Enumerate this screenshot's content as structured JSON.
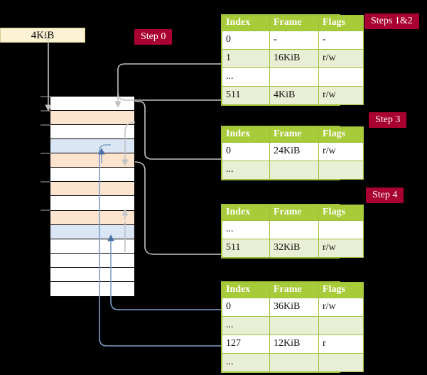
{
  "diagram": {
    "title_hidden": "",
    "size_label": {
      "text": "4KiB"
    },
    "badges": {
      "step0": "Step 0",
      "steps12": "Steps 1&2",
      "step3": "Step 3",
      "step4": "Step 4"
    },
    "colors": {
      "background": "#000000",
      "badge": "#a80030",
      "table_header": "#a8cb3a",
      "table_alt_row": "#e9efd4",
      "table_highlight": "#fbfaa0",
      "mem_peach": "#fce4cf",
      "mem_blue": "#dae6f5",
      "size_label_bg": "#fcf2d4",
      "wire_gray": "#b9b9b9",
      "wire_blue": "#7c9fc8"
    },
    "memory": {
      "rows": [
        {
          "index": 0,
          "fill": "white"
        },
        {
          "index": 1,
          "fill": "peach"
        },
        {
          "index": 2,
          "fill": "white"
        },
        {
          "index": 3,
          "fill": "blue"
        },
        {
          "index": 4,
          "fill": "peach"
        },
        {
          "index": 5,
          "fill": "white"
        },
        {
          "index": 6,
          "fill": "peach"
        },
        {
          "index": 7,
          "fill": "white"
        },
        {
          "index": 8,
          "fill": "peach"
        },
        {
          "index": 9,
          "fill": "blue"
        },
        {
          "index": 10,
          "fill": "white"
        },
        {
          "index": 11,
          "fill": "white"
        },
        {
          "index": 12,
          "fill": "white"
        },
        {
          "index": 13,
          "fill": "white"
        }
      ]
    },
    "tables": [
      {
        "name": "pml4-table",
        "headers": [
          "Index",
          "Frame",
          "Flags"
        ],
        "rows": [
          {
            "cells": [
              "0",
              "-",
              "-"
            ],
            "alt": false,
            "highlight": false
          },
          {
            "cells": [
              "1",
              "16KiB",
              "r/w"
            ],
            "alt": true,
            "highlight": false
          },
          {
            "cells": [
              "...",
              "",
              ""
            ],
            "alt": false,
            "highlight": false
          },
          {
            "cells": [
              "511",
              "4KiB",
              "r/w"
            ],
            "alt": true,
            "highlight": true
          }
        ]
      },
      {
        "name": "pdp-table",
        "headers": [
          "Index",
          "Frame",
          "Flags"
        ],
        "rows": [
          {
            "cells": [
              "0",
              "24KiB",
              "r/w"
            ],
            "alt": false,
            "highlight": false
          },
          {
            "cells": [
              "...",
              "",
              ""
            ],
            "alt": true,
            "highlight": false
          }
        ]
      },
      {
        "name": "pd-table",
        "headers": [
          "Index",
          "Frame",
          "Flags"
        ],
        "rows": [
          {
            "cells": [
              "...",
              "",
              ""
            ],
            "alt": false,
            "highlight": false
          },
          {
            "cells": [
              "511",
              "32KiB",
              "r/w"
            ],
            "alt": true,
            "highlight": false
          }
        ]
      },
      {
        "name": "pt-table",
        "headers": [
          "Index",
          "Frame",
          "Flags"
        ],
        "rows": [
          {
            "cells": [
              "0",
              "36KiB",
              "r/w"
            ],
            "alt": false,
            "highlight": false
          },
          {
            "cells": [
              "...",
              "",
              ""
            ],
            "alt": true,
            "highlight": false
          },
          {
            "cells": [
              "127",
              "12KiB",
              "r"
            ],
            "alt": false,
            "highlight": false
          },
          {
            "cells": [
              "...",
              "",
              ""
            ],
            "alt": true,
            "highlight": false
          }
        ]
      }
    ]
  }
}
